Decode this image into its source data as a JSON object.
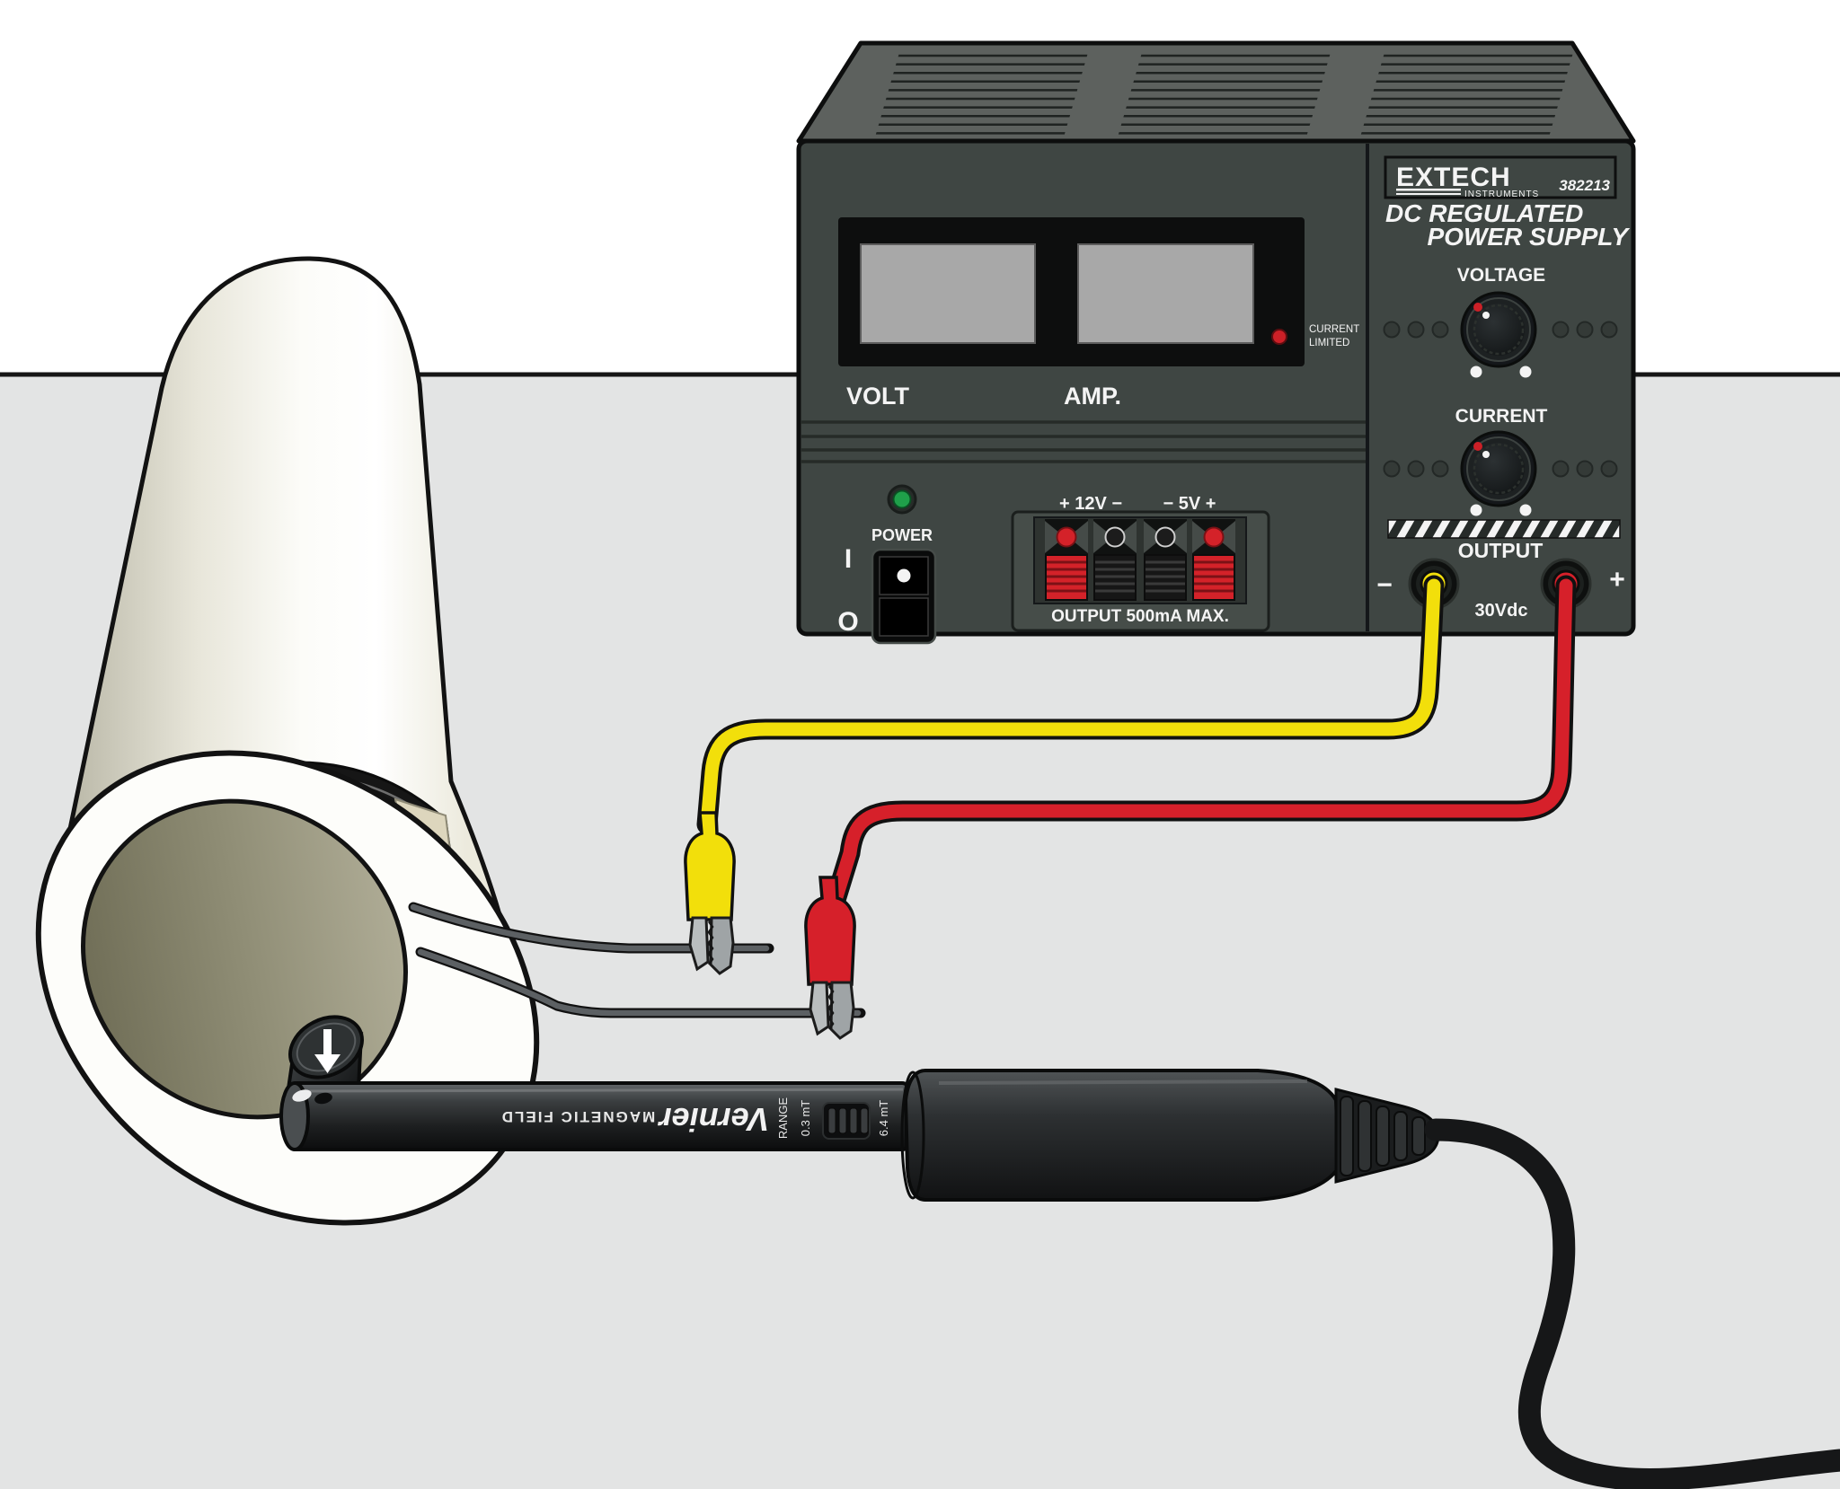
{
  "power_supply": {
    "brand": "EXTECH",
    "brand_sub": "INSTRUMENTS",
    "model": "382213",
    "title_line1": "DC  REGULATED",
    "title_line2": "POWER SUPPLY",
    "meter_volt_label": "VOLT",
    "meter_amp_label": "AMP.",
    "current_limited_line1": "CURRENT",
    "current_limited_line2": "LIMITED",
    "voltage_knob_label": "VOLTAGE",
    "current_knob_label": "CURRENT",
    "power_label": "POWER",
    "switch_on_symbol": "I",
    "switch_off_symbol": "O",
    "terminals_12v_label": "+  12V  −",
    "terminals_5v_label": "−  5V  +",
    "terminals_caption": "OUTPUT 500mA MAX.",
    "output_label": "OUTPUT",
    "output_rating": "30Vdc",
    "output_neg_symbol": "−",
    "output_pos_symbol": "+"
  },
  "probe": {
    "brand": "Vernier",
    "sensor_label": "MAGNETIC FIELD",
    "range_label": "RANGE",
    "range_low": "0.3 mT",
    "range_high": "6.4 mT"
  },
  "colors": {
    "lead_yellow": "#F2DF0B",
    "lead_red": "#D6202A",
    "jack_yellow": "#F2DF0B",
    "jack_red": "#D6202A",
    "green_led": "#1FA04A",
    "red_led": "#CC2027",
    "terminal_red": "#D42229",
    "panel": "#3F4643",
    "tube_interior": "#8F8D75"
  }
}
